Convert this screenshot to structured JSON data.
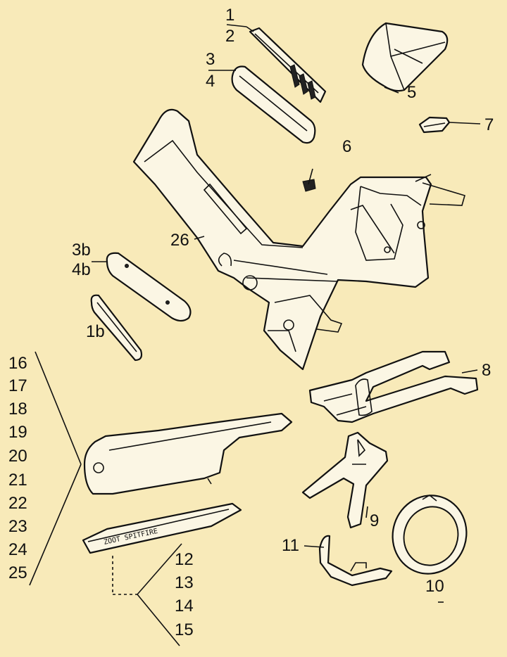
{
  "colors": {
    "background": "#f8eab9",
    "ink": "#111111",
    "part_fill": "#fbf6e4"
  },
  "labels": {
    "l1": "1",
    "l2": "2",
    "l3": "3",
    "l4": "4",
    "l5": "5",
    "l6": "6",
    "l7": "7",
    "l8": "8",
    "l9": "9",
    "l10": "10",
    "l11": "11",
    "l12": "12",
    "l13": "13",
    "l14": "14",
    "l15": "15",
    "l16": "16",
    "l17": "17",
    "l18": "18",
    "l19": "19",
    "l20": "20",
    "l21": "21",
    "l22": "22",
    "l23": "23",
    "l24": "24",
    "l25": "25",
    "l26": "26",
    "l1b": "1b",
    "l3b": "3b",
    "l4b": "4b"
  },
  "decal_text": "ZOOT SPITFIRE"
}
